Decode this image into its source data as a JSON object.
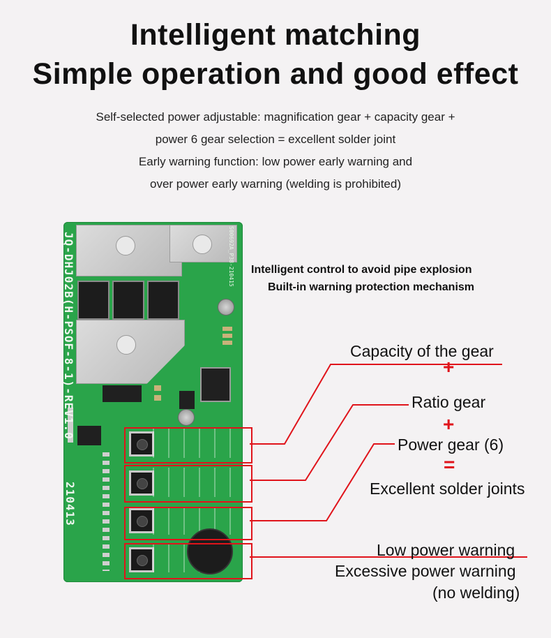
{
  "headline": {
    "line1": "Intelligent matching",
    "line2": "Simple operation and good effect"
  },
  "description": [
    "Self-selected power adjustable: magnification gear + capacity gear +",
    "power 6 gear selection = excellent solder joint",
    "Early warning function: low power early warning and",
    "over power early warning (welding is prohibited)"
  ],
  "feature_note": {
    "line1": "Intelligent control to avoid pipe explosion",
    "line2": "Built-in warning protection mechanism"
  },
  "board": {
    "model_text": "JQ-DHJ02B(H-PSOF-8-1)-REV1.0",
    "date_code": "210413",
    "small_code": "S00692A_P38-210415"
  },
  "callouts": {
    "capacity": "Capacity of the gear",
    "plus1": "+",
    "ratio": "Ratio gear",
    "plus2": "+",
    "power": "Power gear (6)",
    "equals": "=",
    "result": "Excellent solder joints",
    "warn1": "Low power warning",
    "warn2": "Excessive power warning",
    "warn3": "(no welding)"
  },
  "colors": {
    "accent": "#e0141b",
    "pcb": "#2aa44a",
    "background": "#f4f2f3"
  }
}
